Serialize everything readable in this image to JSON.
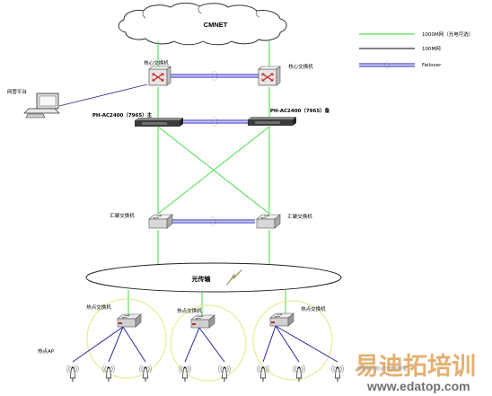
{
  "diagram": {
    "cloud_label": "CMNET",
    "legend": [
      {
        "label": "1000M网（光电可选）",
        "color": "#55dd55",
        "style": "green"
      },
      {
        "label": "100M网",
        "color": "#000000",
        "style": "black"
      },
      {
        "label": "Failover",
        "color": "#4a4acc",
        "style": "failover"
      }
    ],
    "nodes": {
      "core_left": "核心交换机",
      "core_right": "核心交换机",
      "mgmt": "网管平台",
      "ac_left": "PH-AC2400（7965）主",
      "ac_right": "PH-AC2400（7965）备",
      "agg_left": "汇聚交换机",
      "agg_right": "汇聚交换机",
      "transport": "光传输",
      "hotspot_left": "热点交换机",
      "hotspot_mid": "热点交换机",
      "hotspot_right": "热点交换机",
      "hotspot_ap": "热点AP"
    },
    "colors": {
      "green_link": "#55dd55",
      "failover": "#4a4acc",
      "hotspot_ring": "#e6e680"
    }
  },
  "watermark": {
    "title": "易迪拓培训",
    "url": "www.edatop.com",
    "subtitle": "射频和天线设计培训课程"
  }
}
